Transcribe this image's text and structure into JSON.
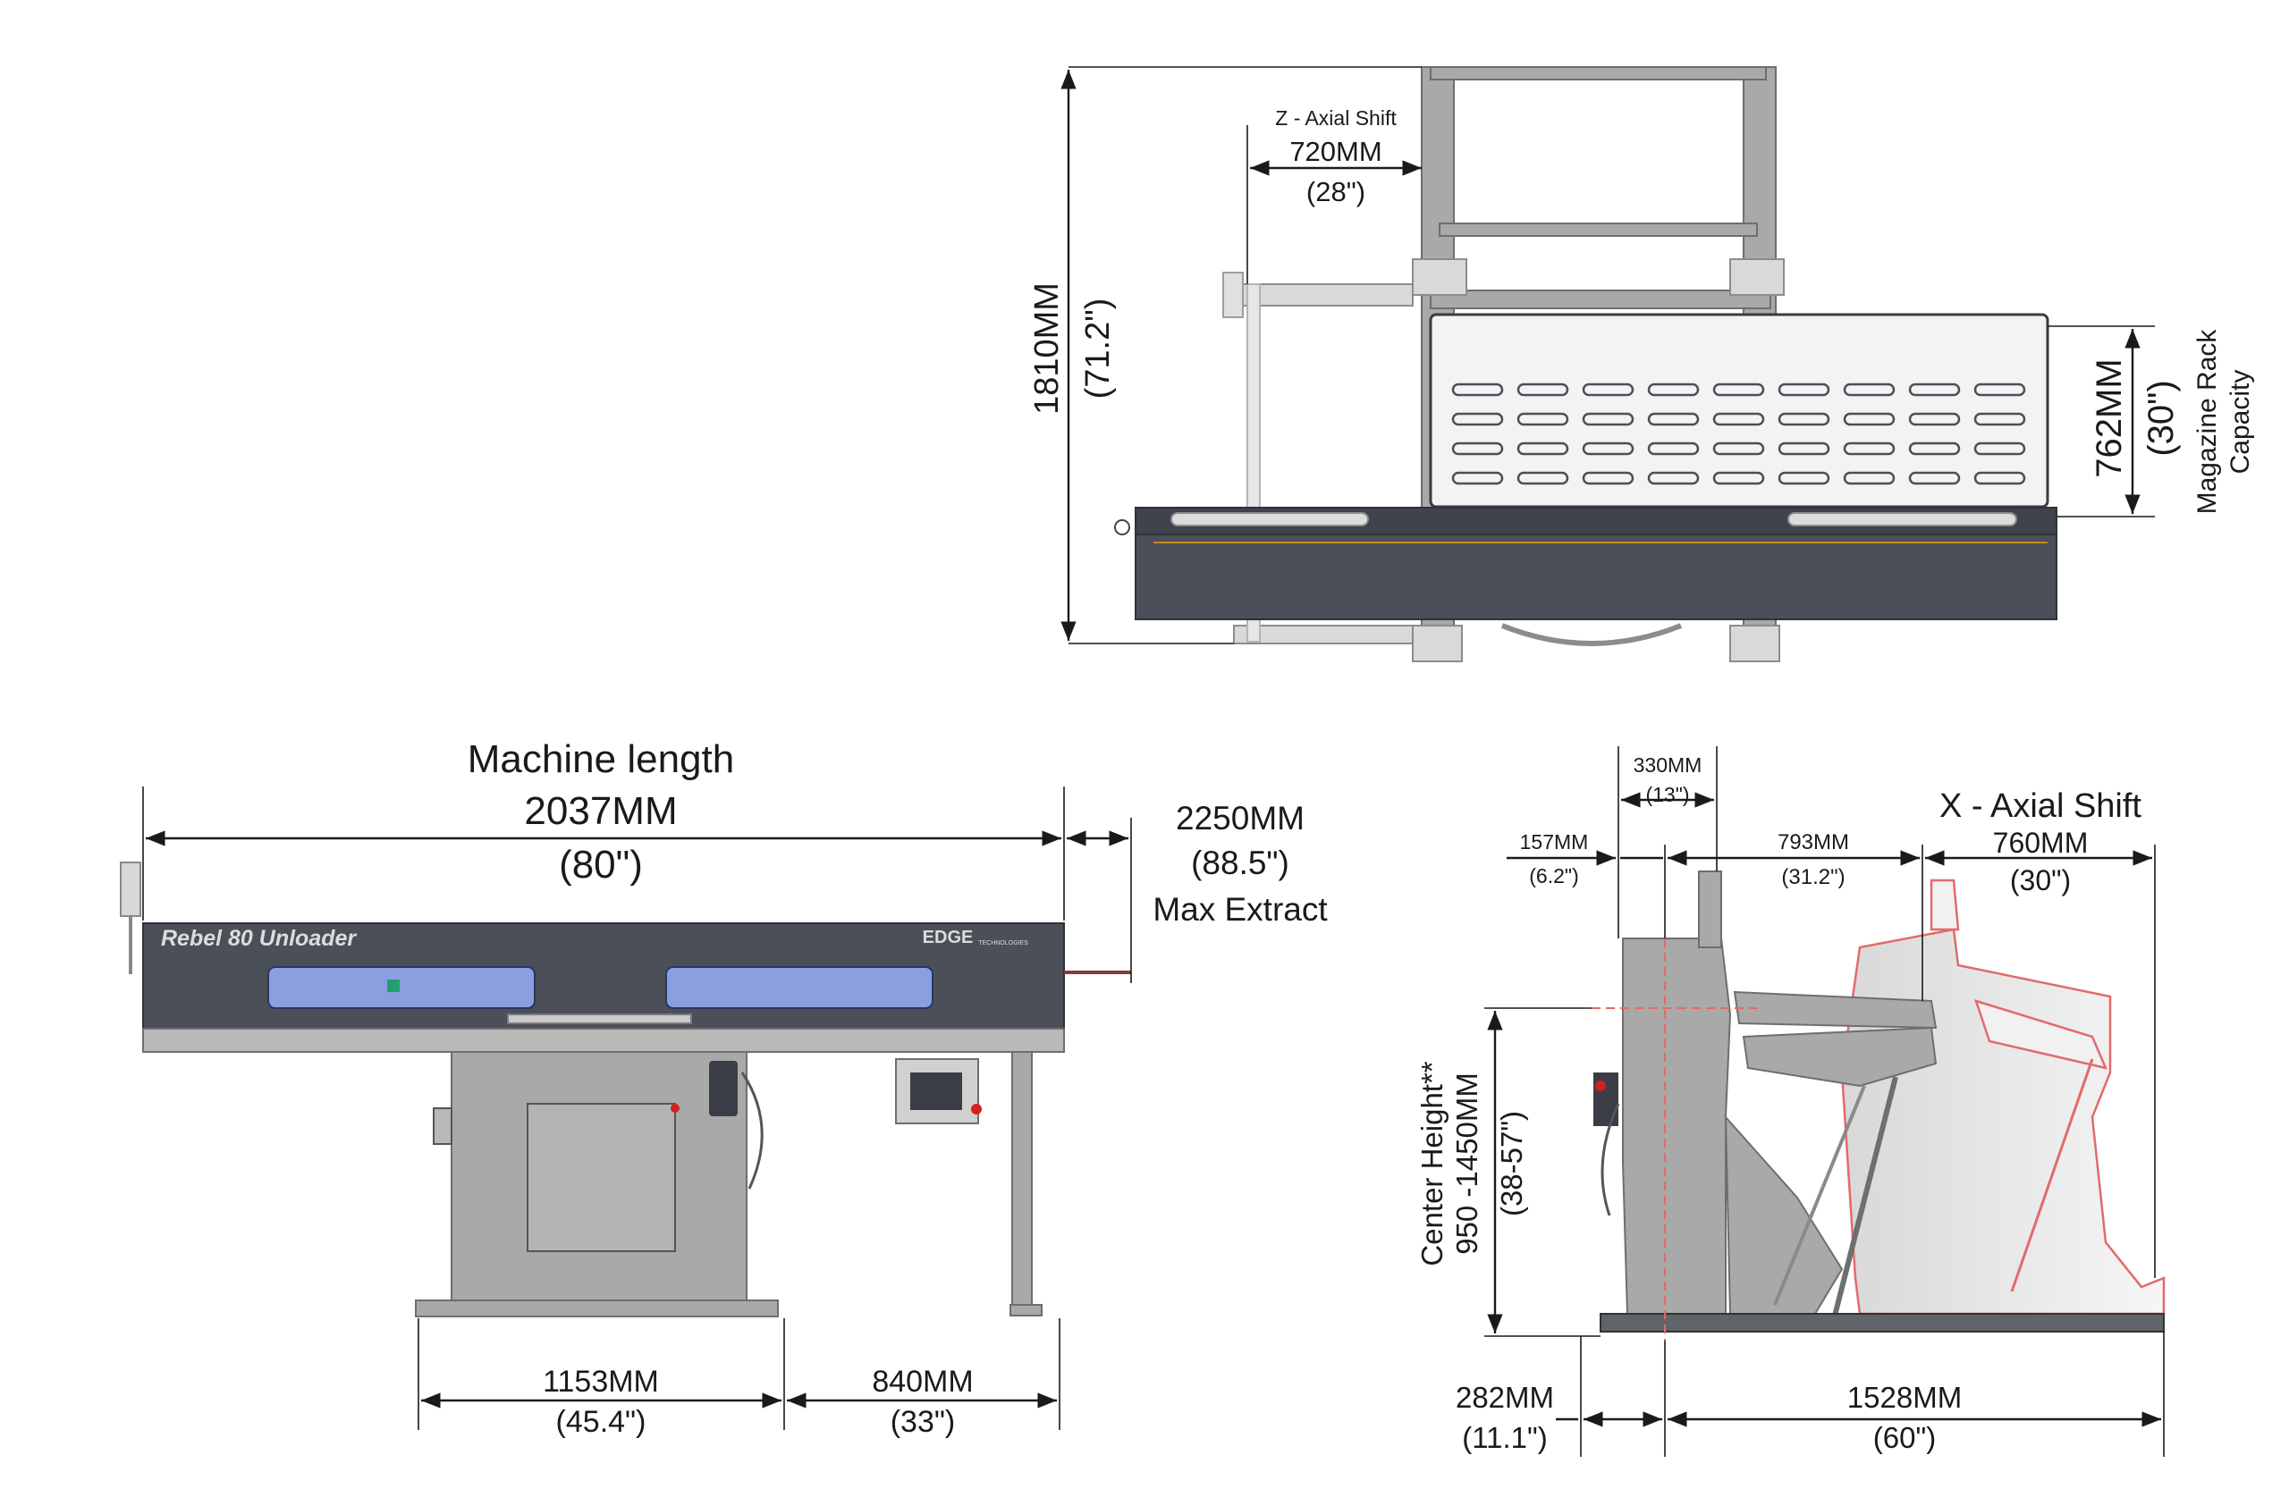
{
  "top_view": {
    "height_mm": "1810MM",
    "height_in": "(71.2\")",
    "z_shift_title": "Z - Axial Shift",
    "z_shift_mm": "720MM",
    "z_shift_in": "(28\")",
    "rack_mm": "762MM",
    "rack_in": "(30\")",
    "rack_label_1": "Magazine Rack",
    "rack_label_2": "Capacity"
  },
  "side_view": {
    "length_title": "Machine length",
    "length_mm": "2037MM",
    "length_in": "(80\")",
    "extract_mm": "2250MM",
    "extract_in": "(88.5\")",
    "extract_label": "Max Extract",
    "machine_name": "Rebel 80 Unloader",
    "brand": "EDGE",
    "brand_sub": "TECHNOLOGIES",
    "base_left_mm": "1153MM",
    "base_left_in": "(45.4\")",
    "base_right_mm": "840MM",
    "base_right_in": "(33\")"
  },
  "end_view": {
    "x_shift_title": "X - Axial Shift",
    "x_shift_mm": "760MM",
    "x_shift_in": "(30\")",
    "d330_mm": "330MM",
    "d330_in": "(13\")",
    "d157_mm": "157MM",
    "d157_in": "(6.2\")",
    "d793_mm": "793MM",
    "d793_in": "(31.2\")",
    "center_title": "Center Height**",
    "center_mm": "950 -1450MM",
    "center_in": "(38-57\")",
    "d282_mm": "282MM",
    "d282_in": "(11.1\")",
    "d1528_mm": "1528MM",
    "d1528_in": "(60\")"
  },
  "colors": {
    "frame": "#a9a9a9",
    "dark_panel": "#4b4f58",
    "window": "#8a9fe0",
    "ghost_outline": "#e36a6a",
    "estop": "#d32020"
  }
}
